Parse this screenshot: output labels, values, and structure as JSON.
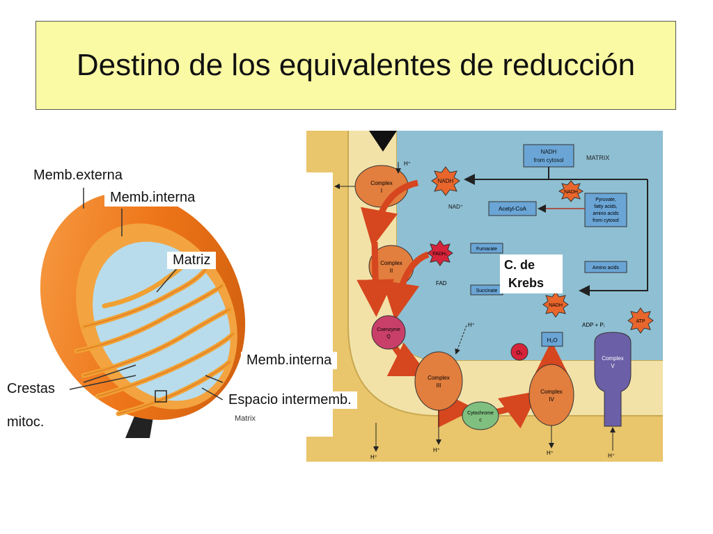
{
  "title": "Destino de los equivalentes de reducción",
  "labels": {
    "memb_externa": "Memb.externa",
    "memb_interna_top": "Memb.interna",
    "matriz": "Matriz",
    "memb_interna_bottom": "Memb.interna",
    "espacio": "Espacio intermemb.",
    "crestas_1": "Crestas",
    "crestas_2": "mitoc.",
    "krebs_1": "C. de",
    "krebs_2": "Krebs"
  },
  "mito_inner_text": {
    "matrix": "Matrix"
  },
  "chain": {
    "matrix": "MATRIX",
    "nadh_cytosol_1": "NADH",
    "nadh_cytosol_2": "from cytosol",
    "nadh": "NADH",
    "nad": "NAD⁺",
    "acetyl": "Acetyl-CoA",
    "pyruvate_1": "Pyruvate,",
    "pyruvate_2": "fatty acids,",
    "pyruvate_3": "amino acids",
    "pyruvate_4": "from cytosol",
    "fumarate": "Fumarate",
    "succinate": "Succinate",
    "fadh2": "FADH₂",
    "fad": "FAD",
    "amino": "Amino acids",
    "complex_i_1": "Complex",
    "complex_i_2": "I",
    "complex_ii_1": "Complex",
    "complex_ii_2": "II",
    "coenzyme_1": "Coenzyme",
    "coenzyme_2": "Q",
    "complex_iii_1": "Complex",
    "complex_iii_2": "III",
    "cytochrome_1": "Cytochrome",
    "cytochrome_2": "c",
    "complex_iv_1": "Complex",
    "complex_iv_2": "IV",
    "complex_v_1": "Complex",
    "complex_v_2": "V",
    "h2o": "H₂O",
    "o2": "O₂",
    "adp": "ADP + Pᵢ",
    "atp": "ATP",
    "hplus": "H⁺"
  },
  "colors": {
    "title_bg": "#fbfaa4",
    "matrix_blue": "#8fbfd2",
    "intermembrane": "#e9c56c",
    "complex_orange": "#e27e3e",
    "arrow_red": "#d6461f",
    "box_blue": "#6aa5d6",
    "complex_v_purple": "#6b5fa7",
    "mito_orange": "#f07a1a"
  }
}
